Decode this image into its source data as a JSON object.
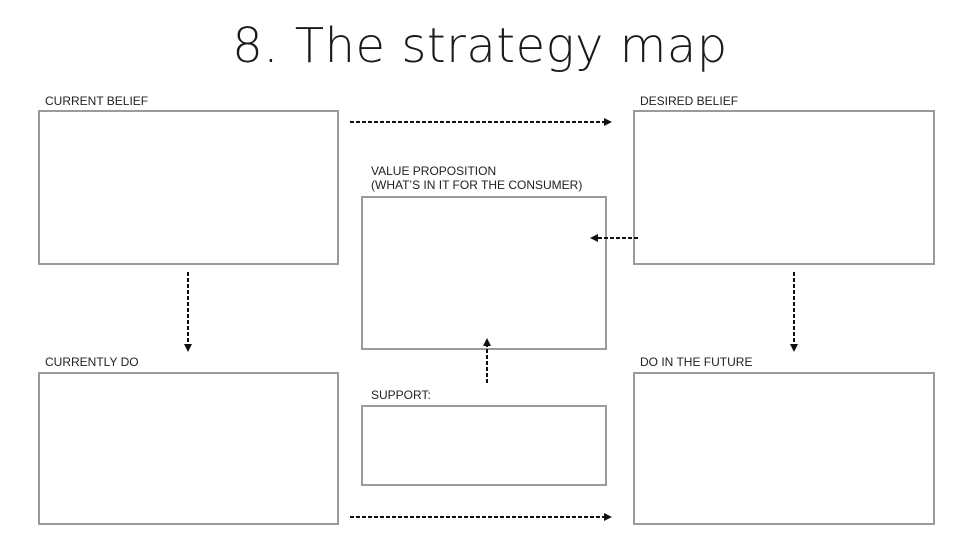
{
  "slide": {
    "title": "8. The strategy map"
  },
  "labels": {
    "current_belief": "CURRENT BELIEF",
    "desired_belief": "DESIRED BELIEF",
    "value_proposition_line1": "VALUE PROPOSITION",
    "value_proposition_line2": "(WHAT’S IN IT FOR THE CONSUMER)",
    "currently_do": "CURRENTLY DO",
    "do_in_future": "DO IN THE FUTURE",
    "support": "SUPPORT:"
  },
  "colors": {
    "box_border": "#9a9a9a",
    "arrow": "#111111",
    "text": "#222222"
  }
}
